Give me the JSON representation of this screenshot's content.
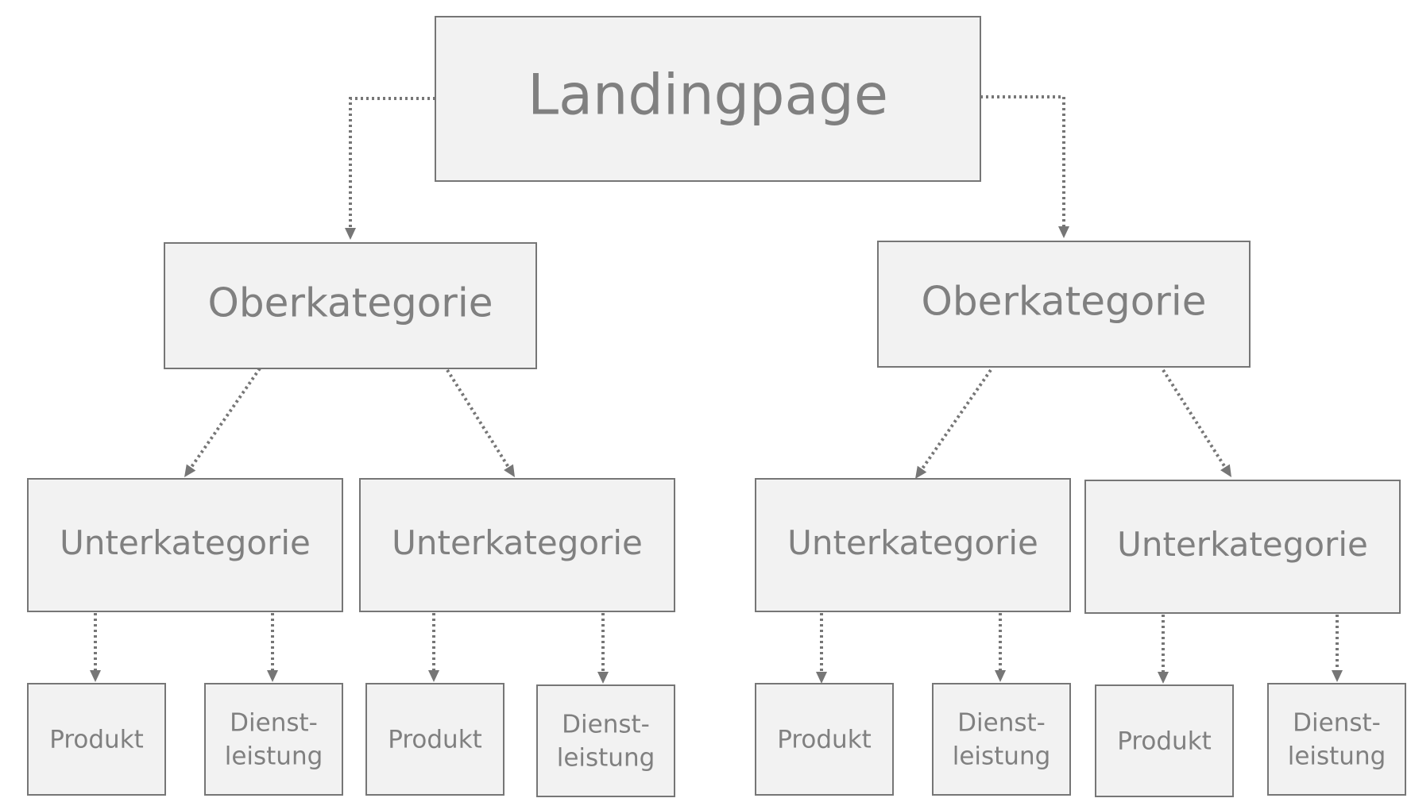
{
  "root": {
    "label": [
      "Landingpage"
    ],
    "children": [
      {
        "label": [
          "Oberkategorie"
        ],
        "children": [
          {
            "label": [
              "Unterkategorie"
            ],
            "children": [
              {
                "label": [
                  "Produkt"
                ]
              },
              {
                "label": [
                  "Dienst-",
                  "leistung"
                ]
              }
            ]
          },
          {
            "label": [
              "Unterkategorie"
            ],
            "children": [
              {
                "label": [
                  "Produkt"
                ]
              },
              {
                "label": [
                  "Dienst-",
                  "leistung"
                ]
              }
            ]
          }
        ]
      },
      {
        "label": [
          "Oberkategorie"
        ],
        "children": [
          {
            "label": [
              "Unterkategorie"
            ],
            "children": [
              {
                "label": [
                  "Produkt"
                ]
              },
              {
                "label": [
                  "Dienst-",
                  "leistung"
                ]
              }
            ]
          },
          {
            "label": [
              "Unterkategorie"
            ],
            "children": [
              {
                "label": [
                  "Produkt"
                ]
              },
              {
                "label": [
                  "Dienst-",
                  "leistung"
                ]
              }
            ]
          }
        ]
      }
    ]
  }
}
